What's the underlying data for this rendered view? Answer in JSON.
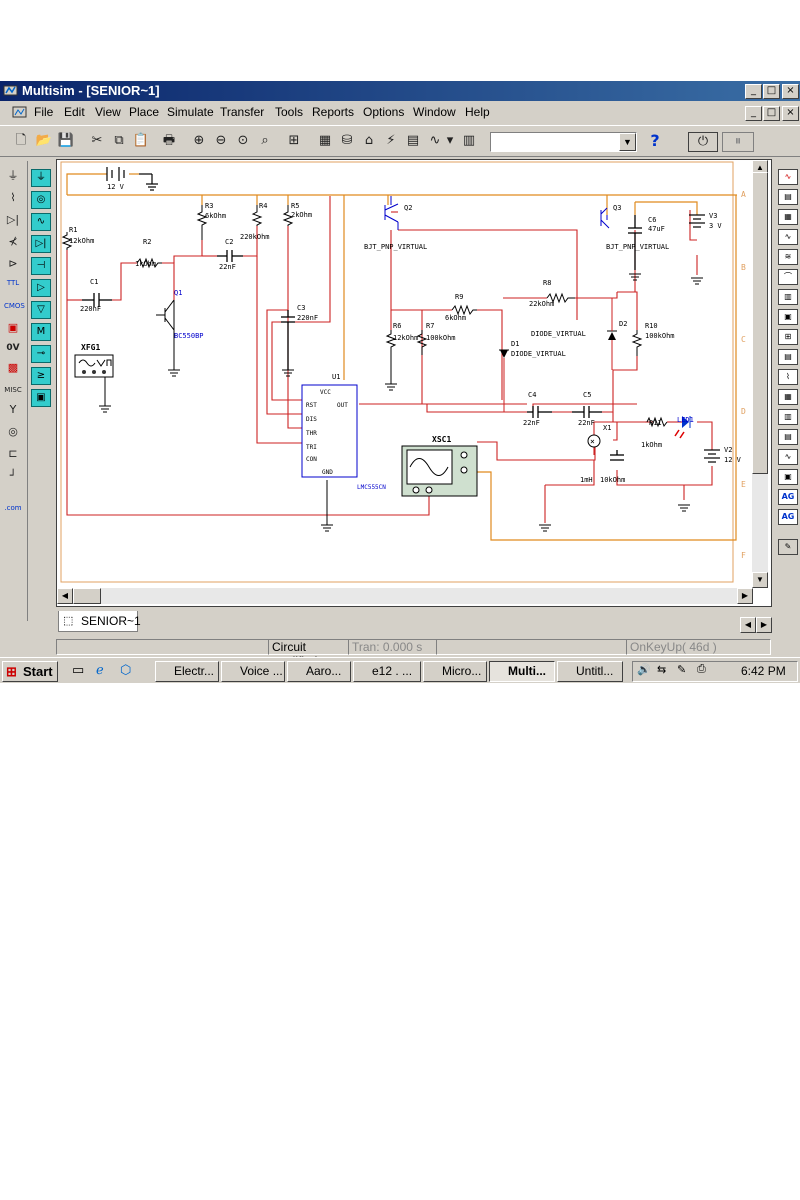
{
  "window": {
    "title": "Multisim - [SENIOR~1]",
    "caption_buttons": [
      "_",
      "□",
      "×"
    ],
    "mdi_buttons": [
      "_",
      "□",
      "×"
    ]
  },
  "menu": [
    "File",
    "Edit",
    "View",
    "Place",
    "Simulate",
    "Transfer",
    "Tools",
    "Reports",
    "Options",
    "Window",
    "Help"
  ],
  "toolbar": {
    "combo_value": "",
    "help_glyph": "?"
  },
  "left_palette": {
    "misc_label": "MISC",
    "cmos_label": "CMOS",
    "ttl_label": "TTL",
    "ov_label": "0V",
    "com_label": ".com"
  },
  "right_palette": {
    "ag1": "AG",
    "ag2": "AG"
  },
  "ruler": [
    "A",
    "B",
    "C",
    "D",
    "E",
    "F"
  ],
  "schematic": {
    "battery_top": "12 V",
    "r1": "R1",
    "r1v": "12kOhm",
    "r2": "R2",
    "r2v": "1kOhm",
    "r3": "R3",
    "r3v": "6kOhm",
    "r4": "R4",
    "r4v": "220kOhm",
    "r5": "R5",
    "r5v": "2kOhm",
    "c1": "C1",
    "c1v": "220nF",
    "c2": "C2",
    "c2v": "22nF",
    "c3": "C3",
    "c3v": "220nF",
    "q1": "Q1",
    "q1v": "BC550BP",
    "xfg1": "XFG1",
    "u1": "U1",
    "u1v": "LMC555CN",
    "pin_vcc": "VCC",
    "pin_rst": "RST",
    "pin_dis": "DIS",
    "pin_thr": "THR",
    "pin_tri": "TRI",
    "pin_con": "CON",
    "pin_gnd": "GND",
    "pin_out": "OUT",
    "q2": "Q2",
    "q2v": "BJT_PNP_VIRTUAL",
    "q3": "Q3",
    "q3v": "BJT_PNP_VIRTUAL",
    "c6": "C6",
    "c6v": "47uF",
    "v3": "V3",
    "v3v": "3 V",
    "r8": "R8",
    "r8v": "22kOhm",
    "r9": "R9",
    "r9v": "6kOhm",
    "r6": "R6",
    "r6v": "12kOhm",
    "r7": "R7",
    "r7v": "100kOhm",
    "d1": "D1",
    "d1v": "DIODE_VIRTUAL",
    "d2": "D2",
    "d2v": "DIODE_VIRTUAL",
    "r10": "R10",
    "r10v": "100kOhm",
    "c4": "C4",
    "c4v": "22nF",
    "c5": "C5",
    "c5v": "22nF",
    "xsc1": "XSC1",
    "x1": "X1",
    "r11": "R11",
    "r11v": "1kOhm",
    "led1": "LED1",
    "v2": "V2",
    "v2v": "12 V",
    "l_label": "1mH",
    "r_label": "10kOhm"
  },
  "doc_tab": "SENIOR~1",
  "status": {
    "s1": "",
    "s2": "Circuit modified",
    "s3": "Tran: 0.000 s",
    "s4": "",
    "s5": "OnKeyUp( 46d )"
  },
  "taskbar": {
    "start": "Start",
    "tasks": [
      "Electr...",
      "Voice ...",
      "Aaro...",
      "e12 . ...",
      "Micro...",
      "Multi...",
      "Untitl..."
    ],
    "clock": "6:42 PM"
  }
}
